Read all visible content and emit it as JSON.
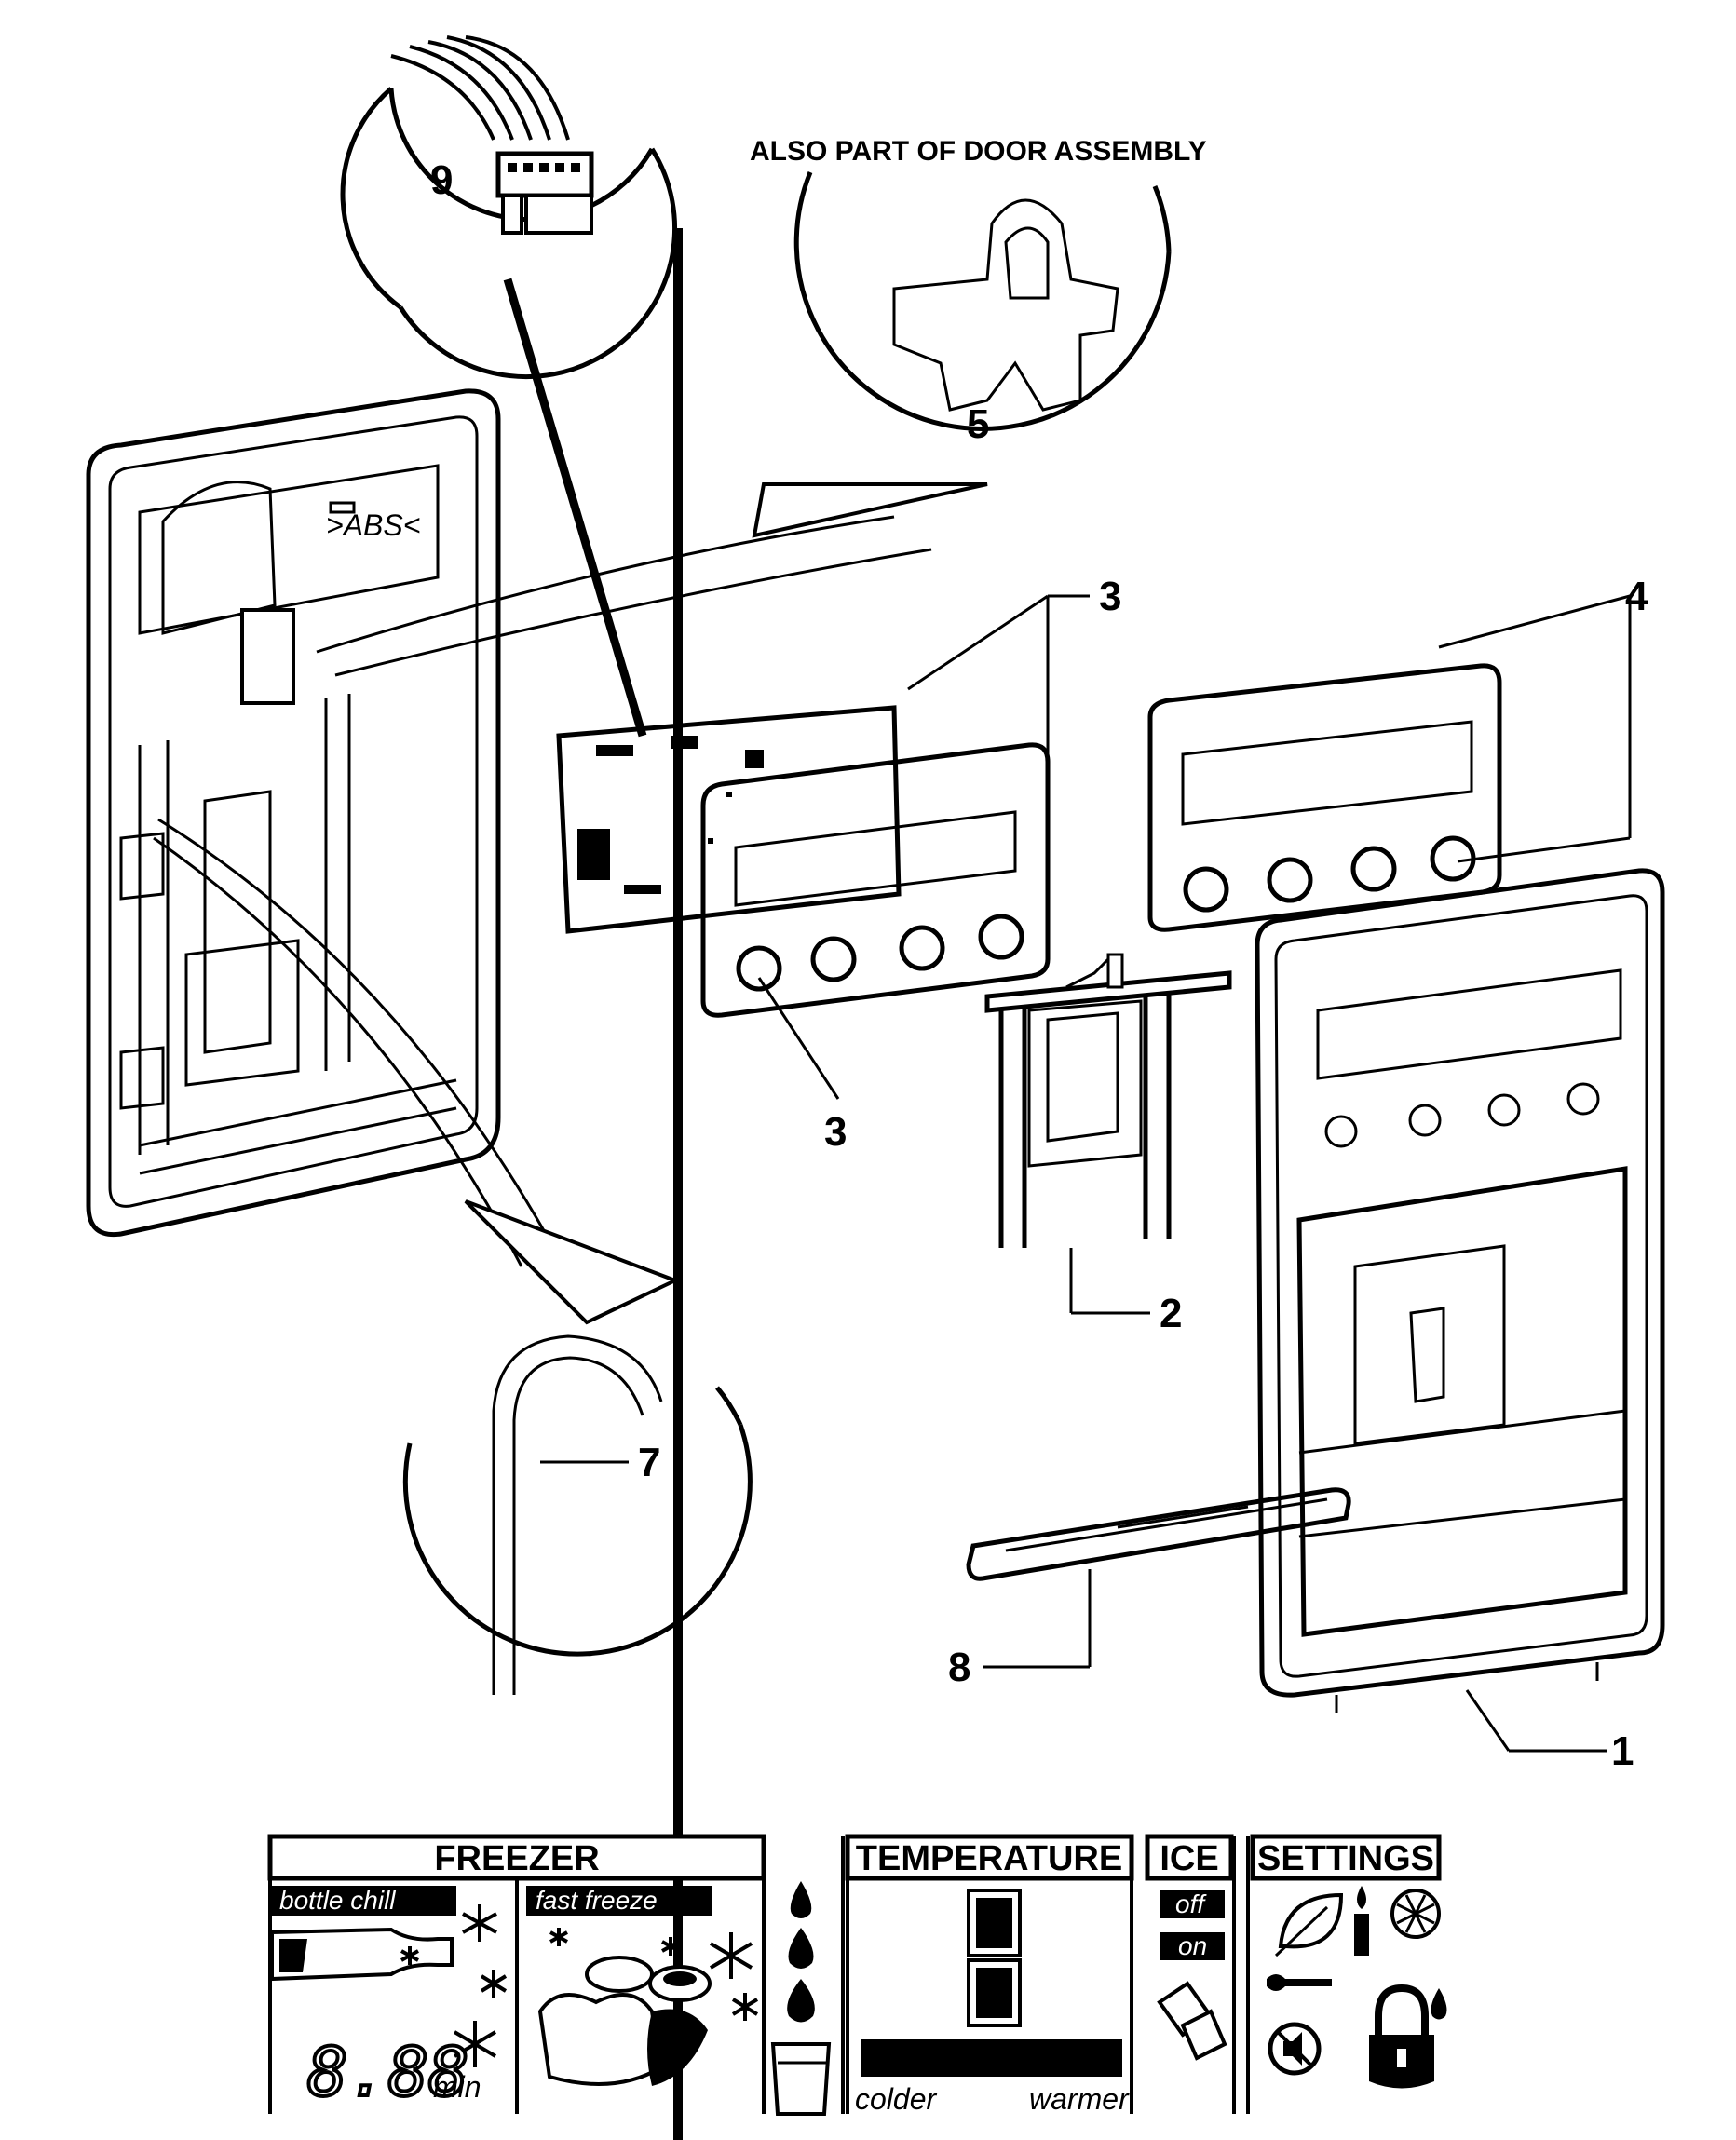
{
  "callouts": {
    "also_part": "ALSO PART OF DOOR ASSEMBLY",
    "abs_mark": ">ABS<",
    "n1": "1",
    "n2": "2",
    "n3a": "3",
    "n3b": "3",
    "n4": "4",
    "n5": "5",
    "n7": "7",
    "n8": "8",
    "n9": "9"
  },
  "control_panel": {
    "freezer": {
      "title": "FREEZER",
      "bottle_chill": "bottle chill",
      "fast_freeze": "fast freeze",
      "timer_digits": "8.88",
      "timer_unit": "min"
    },
    "temperature": {
      "title": "TEMPERATURE",
      "colder": "colder",
      "warmer": "warmer"
    },
    "ice": {
      "title": "ICE",
      "off": "off",
      "on": "on"
    },
    "settings": {
      "title": "SETTINGS"
    },
    "icons": [
      "water-drop-icon",
      "glass-icon",
      "snowflake-icon",
      "bottle-icon",
      "leaf-icon",
      "candle-icon",
      "filter-icon",
      "wrench-icon",
      "mute-icon",
      "lock-icon",
      "ice-cube-icon"
    ]
  }
}
